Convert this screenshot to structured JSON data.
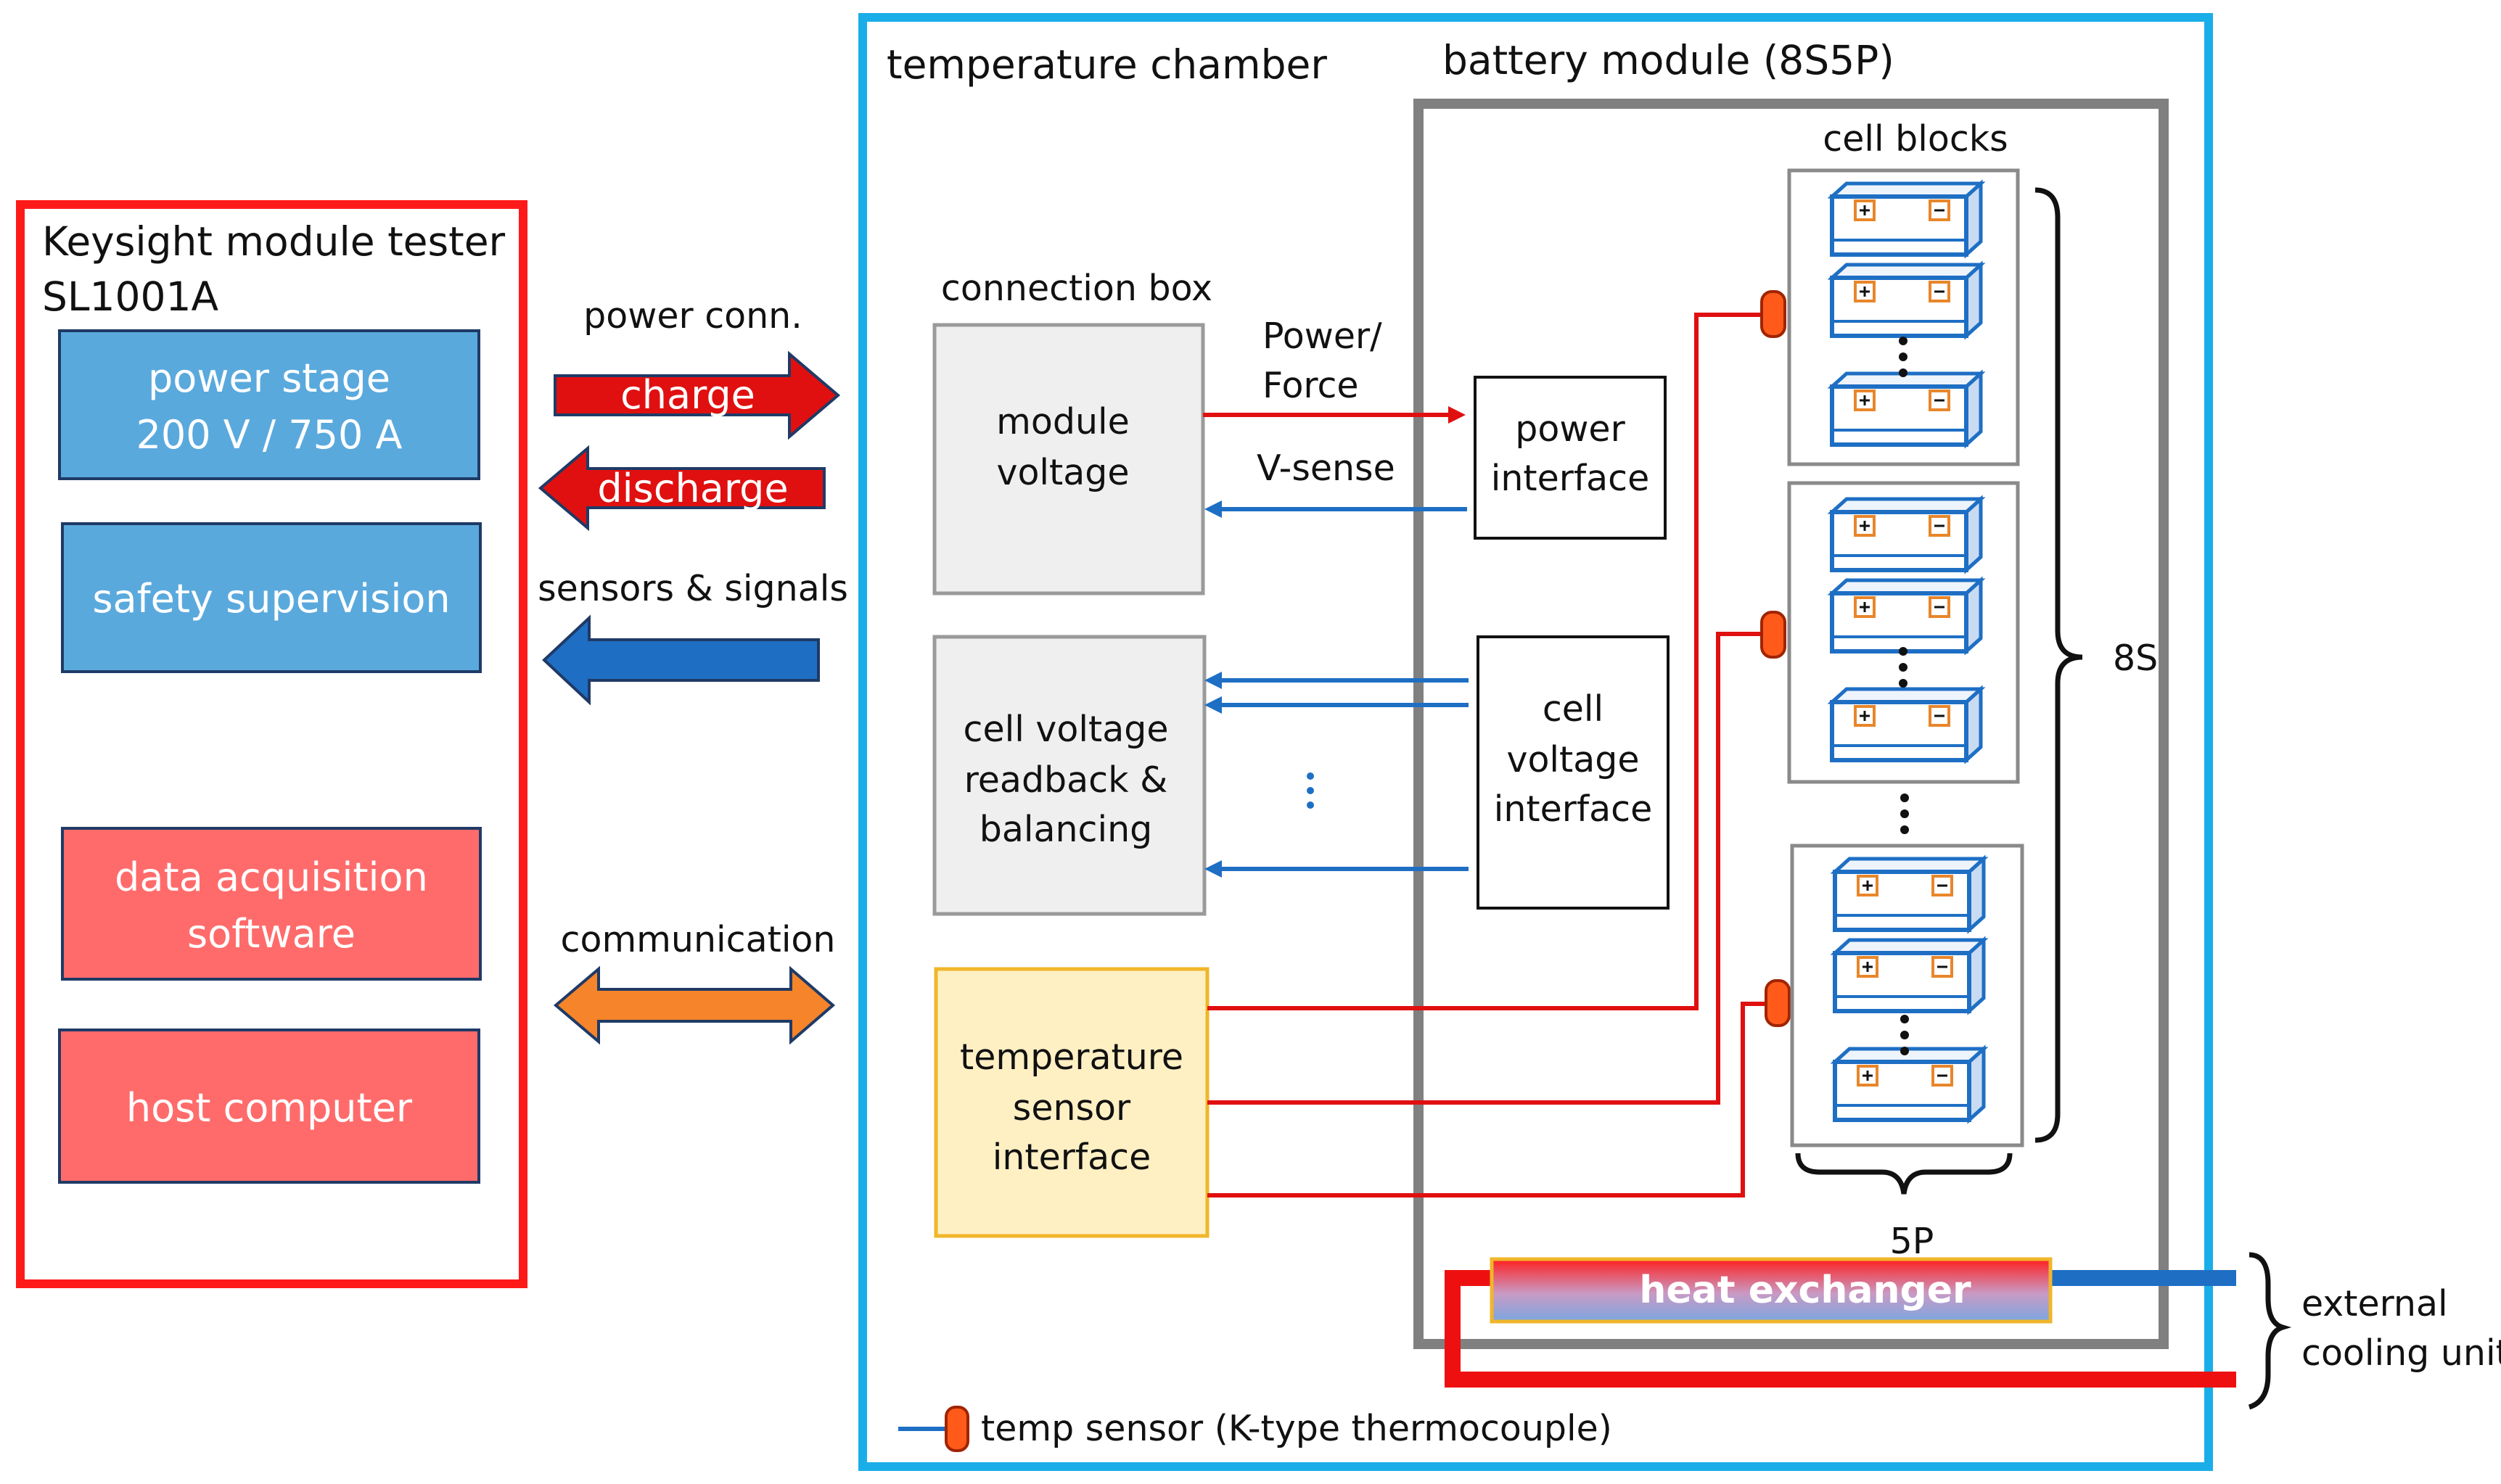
{
  "tester": {
    "title_line1": "Keysight module tester",
    "title_line2": "SL1001A",
    "power_stage_line1": "power stage",
    "power_stage_line2": "200 V / 750 A",
    "safety": "safety supervision",
    "daq_line1": "data acquisition",
    "daq_line2": "software",
    "host": "host computer"
  },
  "links": {
    "power_conn": "power conn.",
    "charge": "charge",
    "discharge": "discharge",
    "sensors_signals": "sensors & signals",
    "communication": "communication"
  },
  "chamber": {
    "title": "temperature chamber",
    "connection_box": "connection box",
    "module_voltage_line1": "module",
    "module_voltage_line2": "voltage",
    "power_force_line1": "Power/",
    "power_force_line2": "Force",
    "v_sense": "V-sense",
    "cell_voltage_line1": "cell voltage",
    "cell_voltage_line2": "readback &",
    "cell_voltage_line3": "balancing",
    "temp_iface_line1": "temperature",
    "temp_iface_line2": "sensor",
    "temp_iface_line3": "interface",
    "legend": "temp sensor (K-type thermocouple)"
  },
  "module": {
    "title": "battery module (8S5P)",
    "cell_blocks": "cell blocks",
    "power_iface_line1": "power",
    "power_iface_line2": "interface",
    "cell_iface_line1": "cell",
    "cell_iface_line2": "voltage",
    "cell_iface_line3": "interface",
    "series_label": "8S",
    "parallel_label": "5P",
    "heat_exchanger": "heat exchanger"
  },
  "cooling": {
    "line1": "external",
    "line2": "cooling unit"
  },
  "colors": {
    "tester_border": "#ff1a1a",
    "chamber_border": "#1aaee8",
    "module_border": "#808080",
    "blue_box": "#5aa9dd",
    "red_box": "#ff6b6b",
    "grey_box": "#efefef",
    "yellow_box": "#fff0c4",
    "red_line": "#e01010",
    "blue_line": "#1e6fc4",
    "orange_arrow": "#f5842a"
  }
}
